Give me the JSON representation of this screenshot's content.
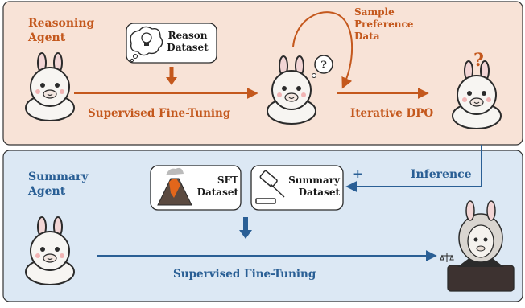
{
  "reasoning_panel": {
    "title_line1": "Reasoning",
    "title_line2": "Agent",
    "reason_box": {
      "line1": "Reason",
      "line2": "Dataset"
    },
    "sft_label": "Supervised Fine-Tuning",
    "sample_label": {
      "line1": "Sample",
      "line2": "Preference",
      "line3": "Data"
    },
    "dpo_label": "Iterative DPO",
    "question_mark": "?"
  },
  "summary_panel": {
    "title_line1": "Summary",
    "title_line2": "Agent",
    "sft_box": {
      "line1": "SFT",
      "line2": "Dataset"
    },
    "summary_box": {
      "line1": "Summary",
      "line2": "Dataset"
    },
    "plus": "+",
    "inference_label": "Inference",
    "sft_label": "Supervised Fine-Tuning"
  },
  "colors": {
    "orange_panel_fill": "#f8e3d7",
    "blue_panel_fill": "#dce8f4",
    "orange_accent": "#c4581d",
    "blue_accent": "#2a5f95"
  },
  "icons": [
    "lightbulb-thought-icon",
    "volcano-icon",
    "gavel-icon",
    "scale-icon",
    "llama-icon",
    "judge-llama-icon"
  ]
}
